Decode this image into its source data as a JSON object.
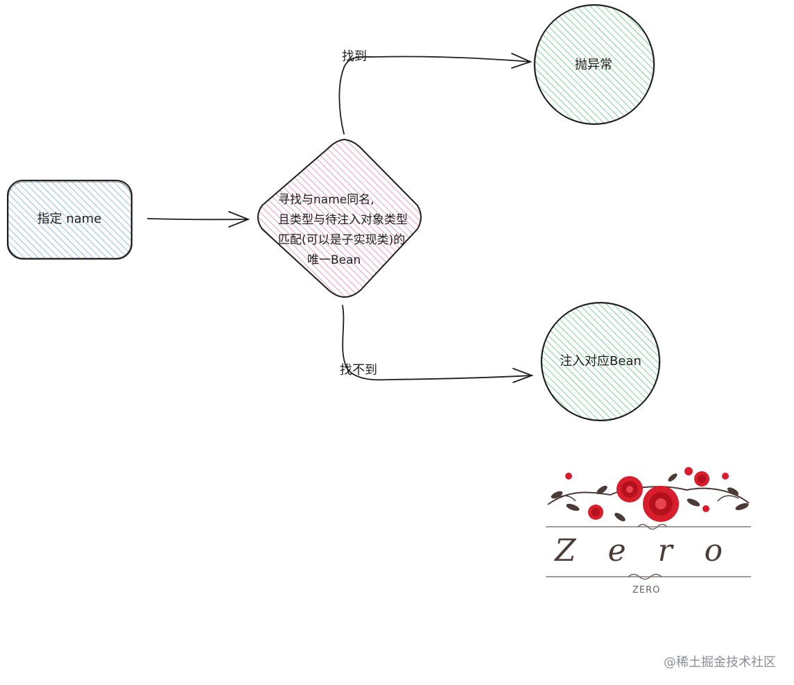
{
  "nodes": {
    "start": {
      "label": "指定 name",
      "fill": "#a5c8ec",
      "stroke": "#1e1e1e"
    },
    "decision": {
      "lines": [
        "寻找与name同名,",
        "且类型与待注入对象类型",
        "匹配(可以是子实现类)的",
        "唯一Bean"
      ],
      "fill": "#f3b5c6",
      "stroke": "#1e1e1e"
    },
    "throw": {
      "label": "抛异常",
      "fill": "#a7e3b3",
      "stroke": "#1e1e1e"
    },
    "inject": {
      "label": "注入对应Bean",
      "fill": "#a7e3b3",
      "stroke": "#1e1e1e"
    }
  },
  "edges": {
    "found": {
      "label": "找到"
    },
    "not_found": {
      "label": "找不到"
    }
  },
  "logo": {
    "word": "Zero",
    "subtitle": "ZERO",
    "rose_color": "#d81e2c",
    "ink_color": "#4a3b36"
  },
  "watermark": "@稀土掘金技术社区"
}
